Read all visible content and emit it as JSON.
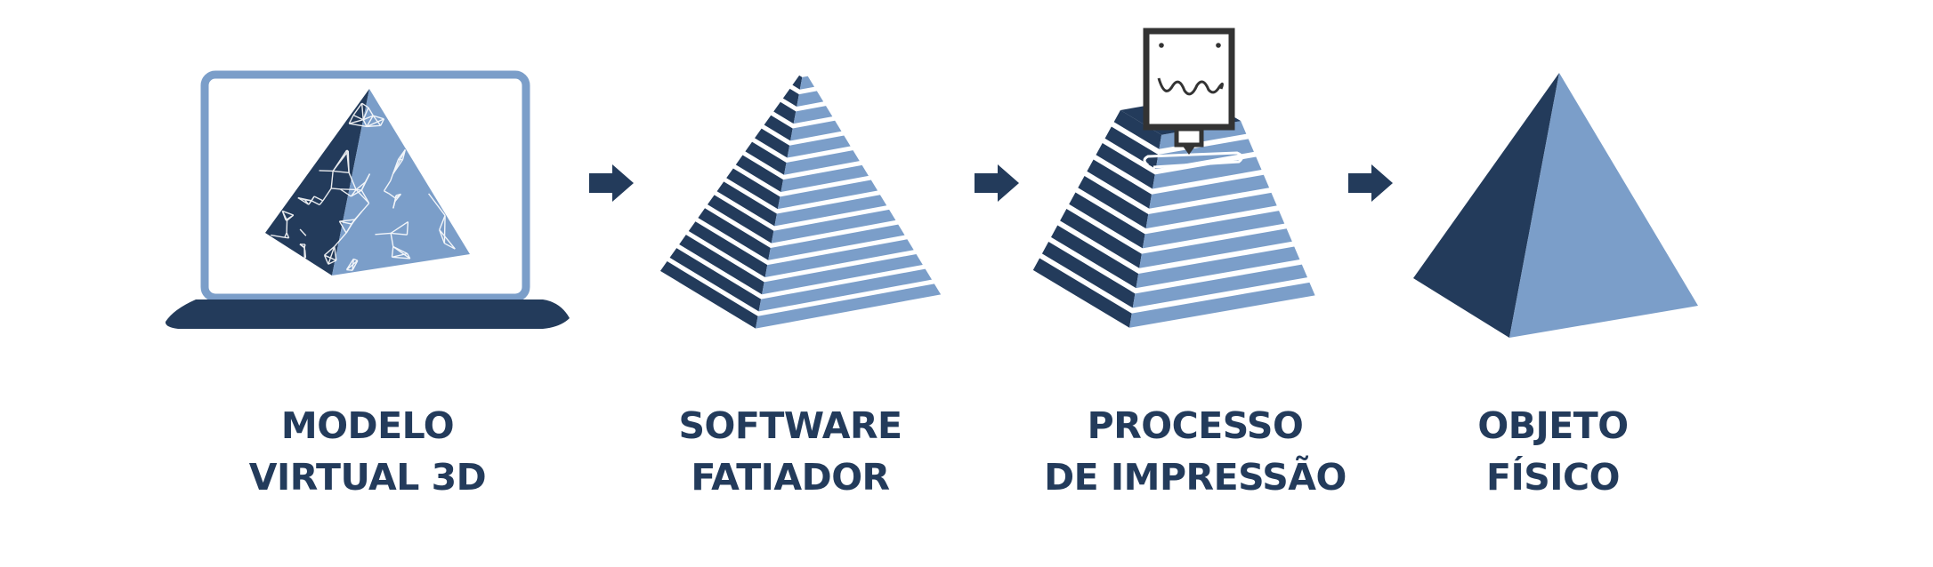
{
  "steps": [
    {
      "line1": "MODELO",
      "line2": "VIRTUAL 3D",
      "icon": "laptop-mesh-pyramid-icon"
    },
    {
      "line1": "SOFTWARE",
      "line2": "FATIADOR",
      "icon": "sliced-pyramid-icon"
    },
    {
      "line1": "PROCESSO",
      "line2": "DE IMPRESSÃO",
      "icon": "printer-nozzle-pyramid-icon"
    },
    {
      "line1": "OBJETO",
      "line2": "FÍSICO",
      "icon": "solid-pyramid-icon"
    }
  ],
  "arrows": [
    "arrow-right-icon",
    "arrow-right-icon",
    "arrow-right-icon"
  ],
  "colors": {
    "dark_navy": "#233b5b",
    "light_blue": "#7b9ec9",
    "printer_frame": "#333333",
    "background": "#ffffff"
  }
}
